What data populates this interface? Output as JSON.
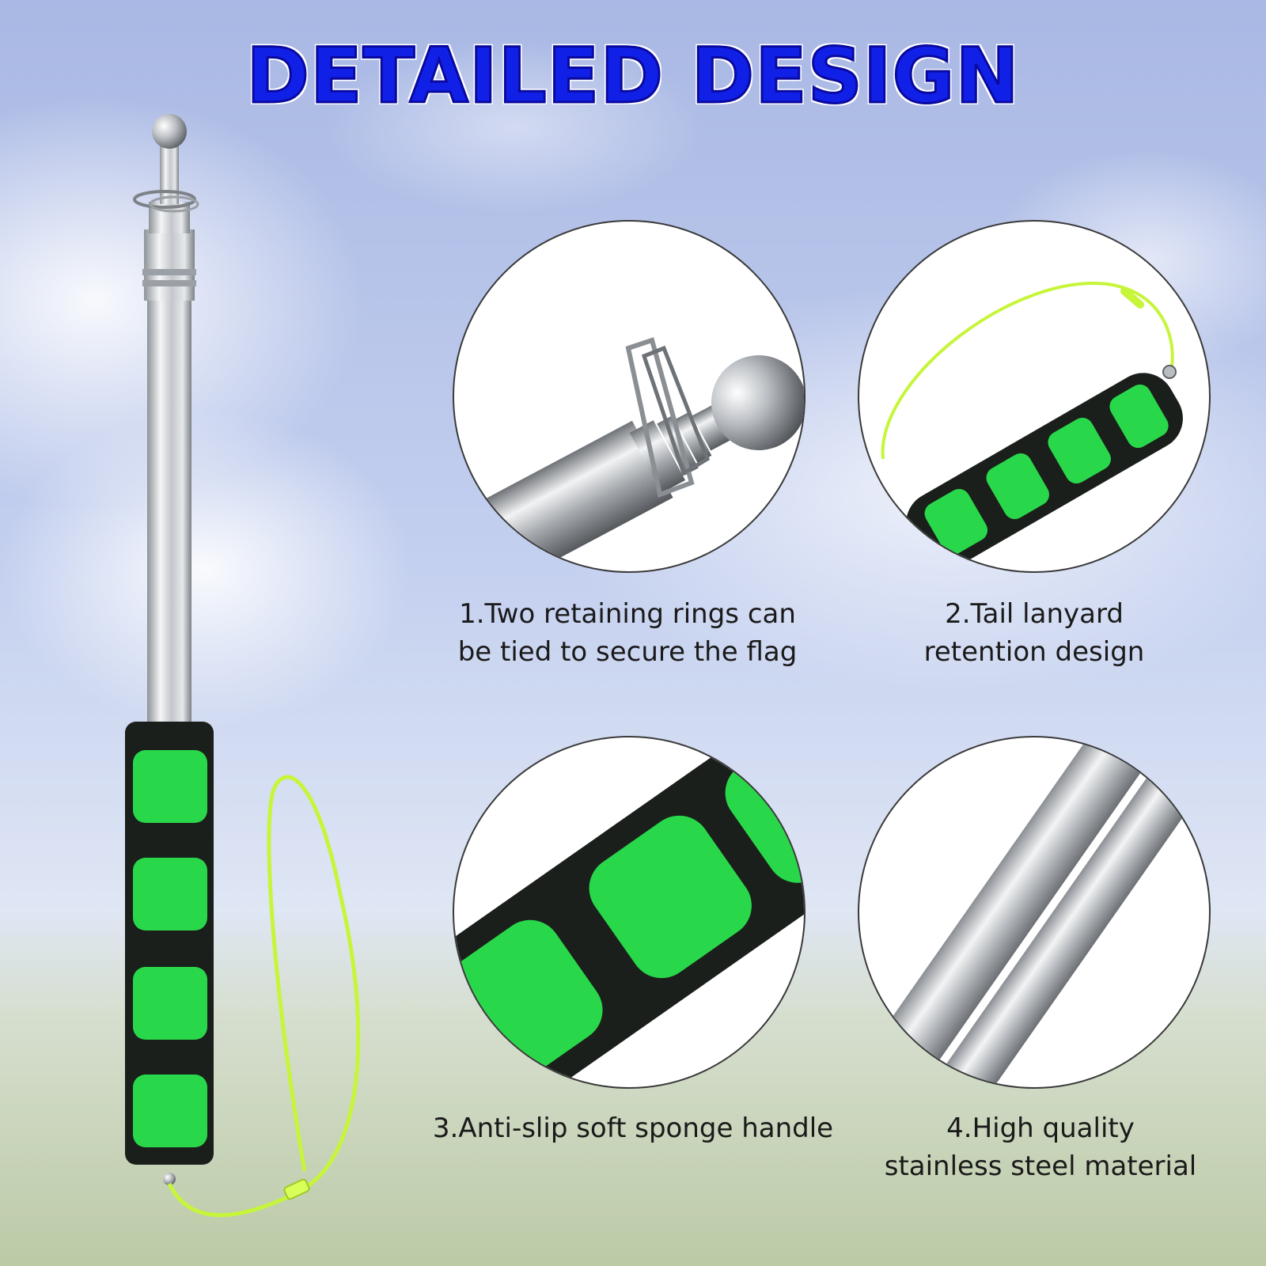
{
  "heading": {
    "title": "DETAILED DESIGN"
  },
  "features": [
    {
      "line1": "1.Two retaining rings can",
      "line2": "be tied to secure the flag",
      "icon": "flagpole-top-ball-icon"
    },
    {
      "line1": "2.Tail lanyard",
      "line2": "retention design",
      "icon": "lanyard-handle-icon"
    },
    {
      "line1": "3.Anti-slip soft sponge handle",
      "line2": "",
      "icon": "sponge-handle-icon"
    },
    {
      "line1": "4.High quality",
      "line2": "stainless steel material",
      "icon": "steel-tube-icon"
    }
  ],
  "colors": {
    "headline": "#1020e6",
    "sponge_green": "#29d84a",
    "sponge_black": "#1b1f1b",
    "lanyard": "#c6f53a",
    "steel": "#cfd2d6",
    "sky": "#b9c8ea",
    "grass": "#b9c7a0"
  }
}
